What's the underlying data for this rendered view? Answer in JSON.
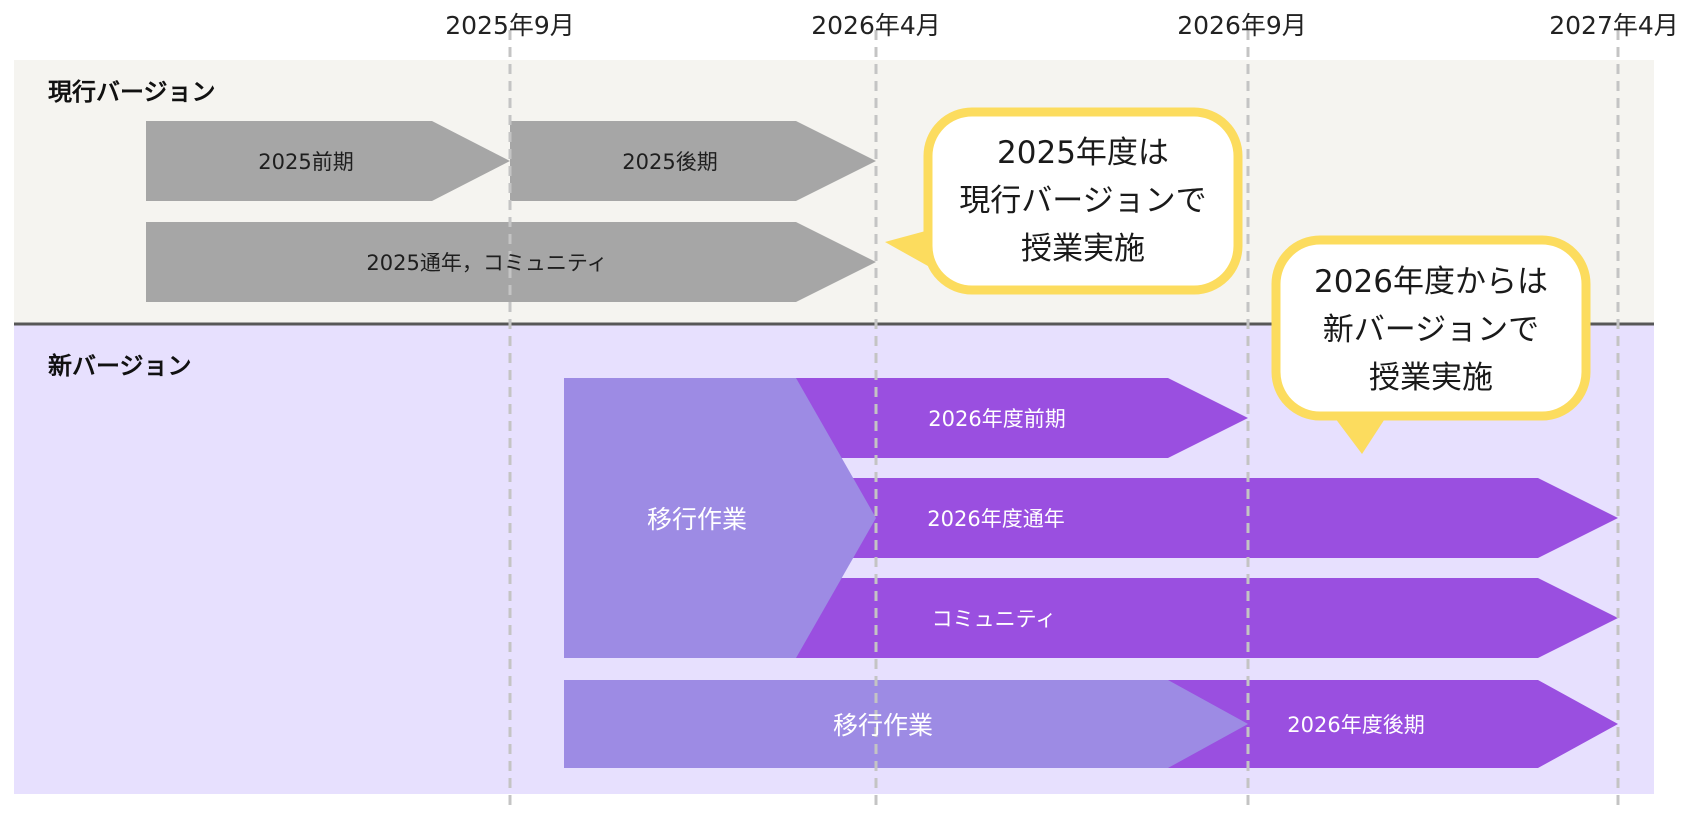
{
  "milestones": [
    "2025年9月",
    "2026年4月",
    "2026年9月",
    "2027年4月"
  ],
  "bands": {
    "current": {
      "label": "現行バージョン",
      "color": "#f5f4f0"
    },
    "new": {
      "label": "新バージョン",
      "color": "#e7e0fe"
    }
  },
  "current_bars": {
    "first_half": "2025前期",
    "second_half": "2025後期",
    "full_year_community": "2025通年，コミュニティ"
  },
  "new_bars": {
    "migration_main": "移行作業",
    "first_half": "2026年度前期",
    "full_year": "2026年度通年",
    "community": "コミュニティ",
    "migration_second": "移行作業",
    "second_half": "2026年度後期"
  },
  "callouts": {
    "current": [
      "2025年度は",
      "現行バージョンで",
      "授業実施"
    ],
    "new": [
      "2026年度からは",
      "新バージョンで",
      "授業実施"
    ]
  },
  "colors": {
    "gray_bar": "#a6a6a6",
    "purple_bar": "#9a4fe0",
    "lavender_bar": "#9d8be4",
    "callout_border": "#fcdc5e",
    "divider": "#575757",
    "guide_line": "#c4c4c4"
  }
}
